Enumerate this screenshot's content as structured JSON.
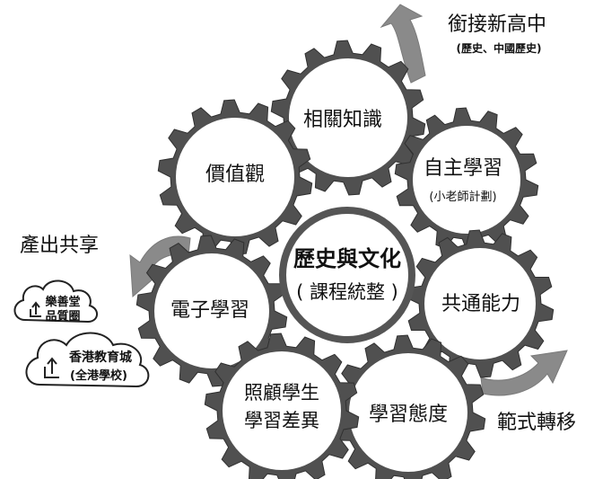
{
  "center": {
    "line1": "歷史與文化",
    "line2": "( 課程統整 )"
  },
  "gears": {
    "knowledge": "相關知識",
    "self_study_line1": "自主學習",
    "self_study_line2": "(小老師計劃)",
    "values": "價值觀",
    "common_skills": "共通能力",
    "e_learning": "電子學習",
    "learning_attitude": "學習態度",
    "diversity_line1": "照顧學生",
    "diversity_line2": "學習差異"
  },
  "arrows": {
    "top_right_line1": "銜接新高中",
    "top_right_line2": "(歷史、中國歷史)",
    "left": "產出共享",
    "bottom_right": "範式轉移"
  },
  "clouds": {
    "small_line1": "樂善堂",
    "small_line2": "品質圈",
    "large_line1": "香港教育城",
    "large_line2": "(全港學校)"
  }
}
